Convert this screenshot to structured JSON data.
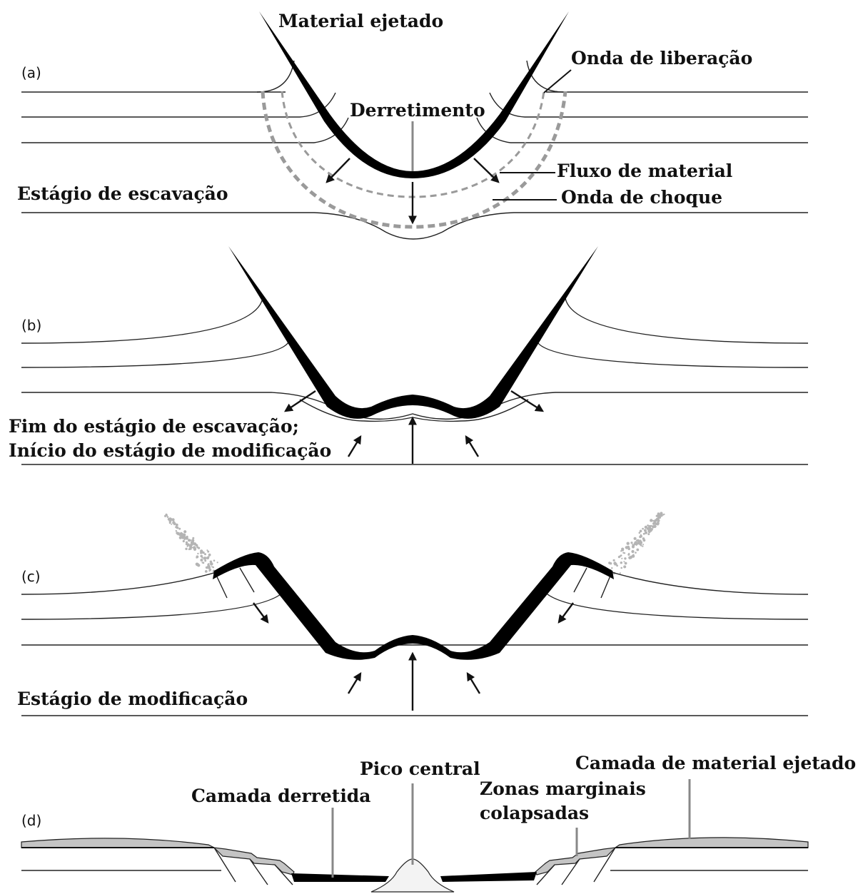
{
  "panels": {
    "a": {
      "tag": "(a)",
      "stage": "Estágio de escavação",
      "labels": {
        "ejecta": "Material ejetado",
        "release": "Onda de liberação",
        "melt": "Derretimento",
        "flow": "Fluxo de material",
        "shock": "Onda de choque"
      }
    },
    "b": {
      "tag": "(b)",
      "stage_line1": "Fim do estágio de escavação;",
      "stage_line2": "Início do estágio de modificação"
    },
    "c": {
      "tag": "(c)",
      "stage": "Estágio de modificação"
    },
    "d": {
      "tag": "(d)",
      "labels": {
        "central_peak": "Pico central",
        "melt_layer": "Camada derretida",
        "ejecta_layer": "Camada de material ejetado",
        "collapsed_line1": "Zonas marginais",
        "collapsed_line2": "colapsadas"
      }
    }
  },
  "colors": {
    "melt": "#000000",
    "shock_wave": "#9a9a9a",
    "ejecta_particles": "#b4b4b4",
    "ejecta_layer": "#c4c4c4",
    "leader": "#888888"
  }
}
